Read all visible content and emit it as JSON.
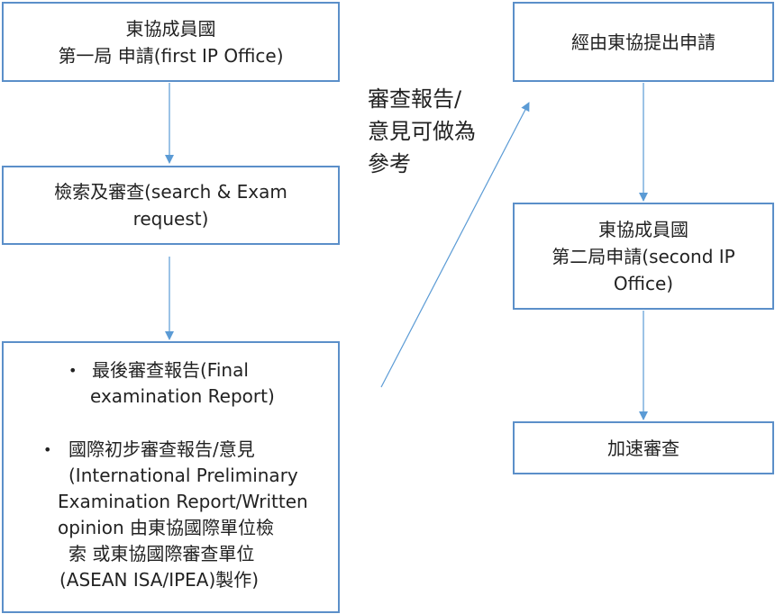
{
  "boxes": {
    "first_office": {
      "lines": [
        "東協成員國",
        "第一局 申請(first IP Office)"
      ]
    },
    "search_exam": {
      "lines": [
        "檢索及審查(search & Exam",
        "request)"
      ]
    },
    "reports": {
      "bullet1": [
        "最後審查報告(Final",
        "examination Report)"
      ],
      "bullet2": [
        "國際初步審查報告/意見",
        "(International Preliminary",
        "Examination Report/Written",
        "opinion 由東協國際單位檢",
        "索 或東協國際審查單位",
        "(ASEAN ISA/IPEA)製作)"
      ]
    },
    "via_asean": {
      "lines": [
        "經由東協提出申請"
      ]
    },
    "second_office": {
      "lines": [
        "東協成員國",
        "第二局申請(second IP",
        "Office)"
      ]
    },
    "accelerated": {
      "lines": [
        "加速審查"
      ]
    }
  },
  "reference_label": [
    "審查報告/",
    "意見可做為",
    "參考"
  ],
  "colors": {
    "border": "#5b8fc9",
    "arrow": "#5b9bd5",
    "text": "#222222"
  }
}
